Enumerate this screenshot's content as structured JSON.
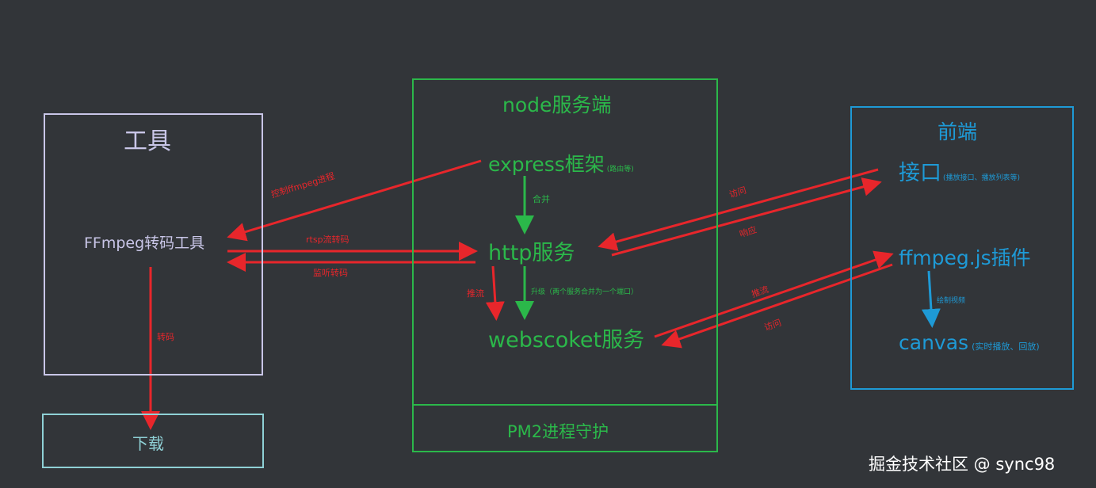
{
  "colors": {
    "background": "#323539",
    "tools": "#c9c6e8",
    "download": "#8fd1d6",
    "node": "#2bb84a",
    "frontend": "#1e9ad6",
    "arrow_red": "#e8262b",
    "arrow_green": "#2bb84a",
    "arrow_blue": "#1e9ad6",
    "watermark": "#ffffff"
  },
  "tools_box": {
    "title": "工具",
    "ffmpeg_label": "FFmpeg转码工具"
  },
  "download_box": {
    "label": "下载"
  },
  "node_box": {
    "title": "node服务端",
    "express": "express框架",
    "express_note": "(路由等)",
    "merge": "合并",
    "http": "http服务",
    "upgrade": "升级（两个服务合并为一个端口）",
    "push_stream": "推流",
    "websocket": "webscoket服务"
  },
  "pm2_box": {
    "label": "PM2进程守护"
  },
  "frontend_box": {
    "title": "前端",
    "api": "接口",
    "api_note": "(播放接口、播放列表等)",
    "plugin": "ffmpeg.js插件",
    "draw_video": "绘制视频",
    "canvas": "canvas",
    "canvas_note": "(实时播放、回放)"
  },
  "edges": {
    "control_ffmpeg": "控制ffmpeg进程",
    "rtsp_transcode": "rtsp流转码",
    "listen_transcode": "监听转码",
    "transcode": "转码",
    "access_1": "访问",
    "response": "响应",
    "push_stream_2": "推流",
    "access_2": "访问"
  },
  "watermark": "掘金技术社区 @ sync98"
}
